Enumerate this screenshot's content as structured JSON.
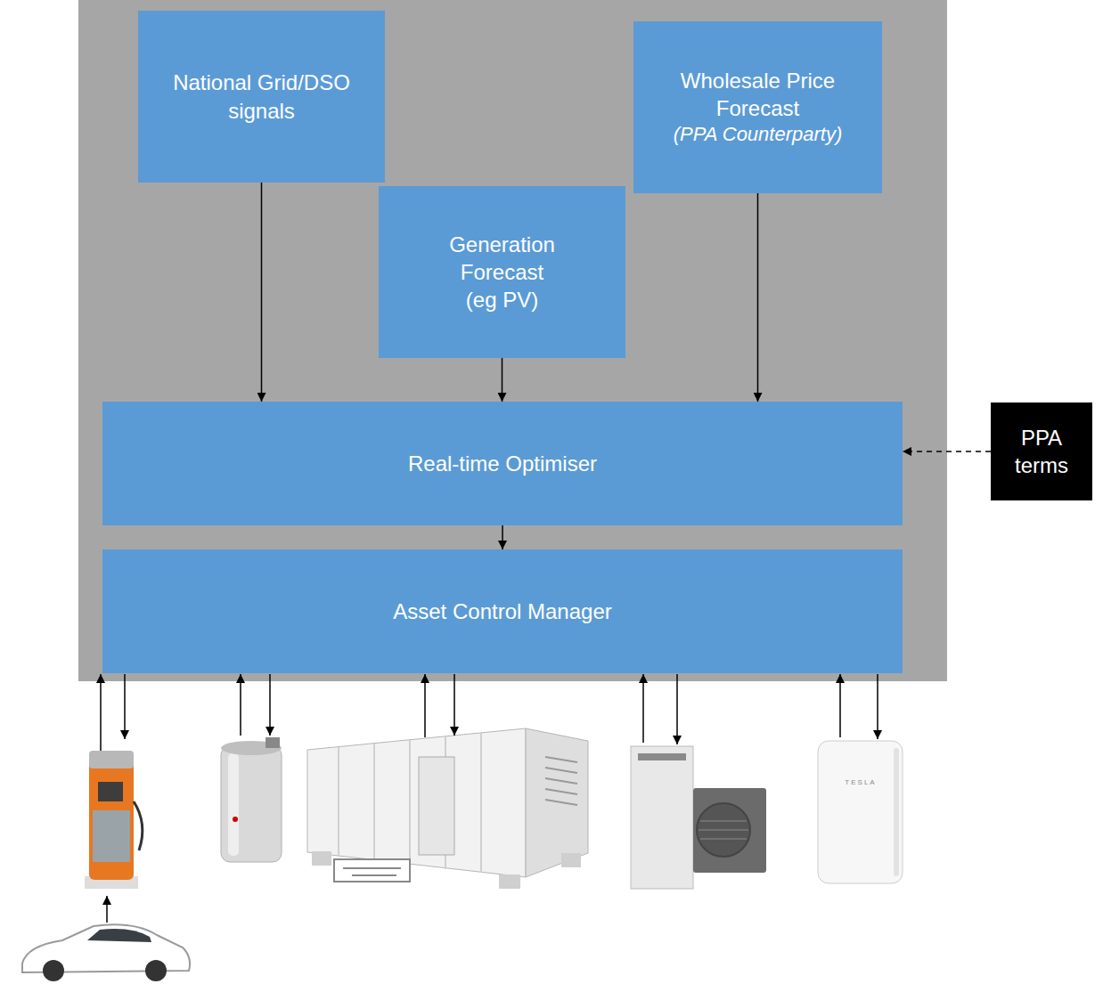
{
  "diagram": {
    "nodes": [
      {
        "text": [
          "National Grid/DSO signals"
        ]
      },
      {
        "text": [
          "Wholesale Price Forecast",
          "(PPA Counterparty)"
        ]
      },
      {
        "text": [
          "Generation Forecast (eg PV)"
        ]
      },
      {
        "text": [
          "Real-time Optimiser"
        ]
      },
      {
        "text": [
          "Asset Control Manager"
        ]
      },
      {
        "text": [
          "PPA terms"
        ]
      }
    ],
    "edges": [
      {
        "from": 0,
        "to": 3,
        "arrow": "to"
      },
      {
        "from": 2,
        "to": 3,
        "arrow": "to"
      },
      {
        "from": 1,
        "to": 3,
        "arrow": "to"
      },
      {
        "from": 5,
        "to": 3,
        "arrow": "to"
      },
      {
        "from": 3,
        "to": 4,
        "arrow": "to"
      }
    ],
    "labels": [
      "TESLA"
    ]
  }
}
